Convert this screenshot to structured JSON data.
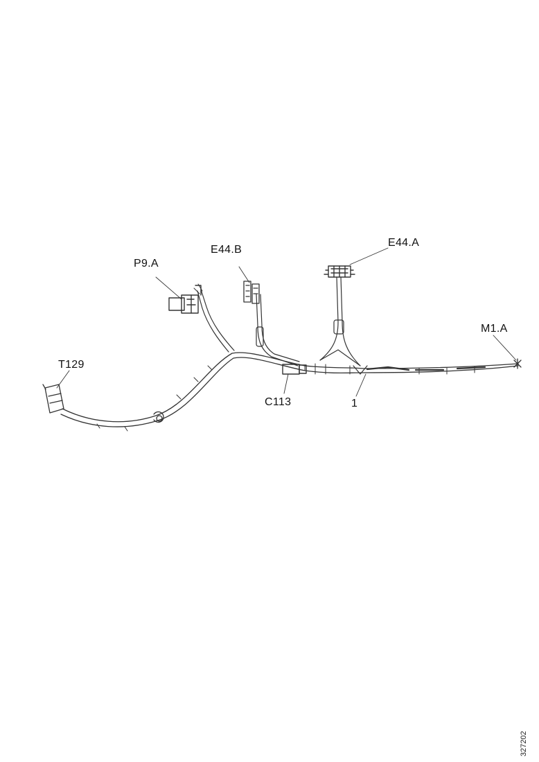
{
  "labels": {
    "p9a": "P9.A",
    "e44b": "E44.B",
    "e44a": "E44.A",
    "m1a": "M1.A",
    "t129": "T129",
    "c113": "C113",
    "item1": "1"
  },
  "reference_number": "327202",
  "colors": {
    "line": "#333333",
    "background": "#ffffff"
  }
}
